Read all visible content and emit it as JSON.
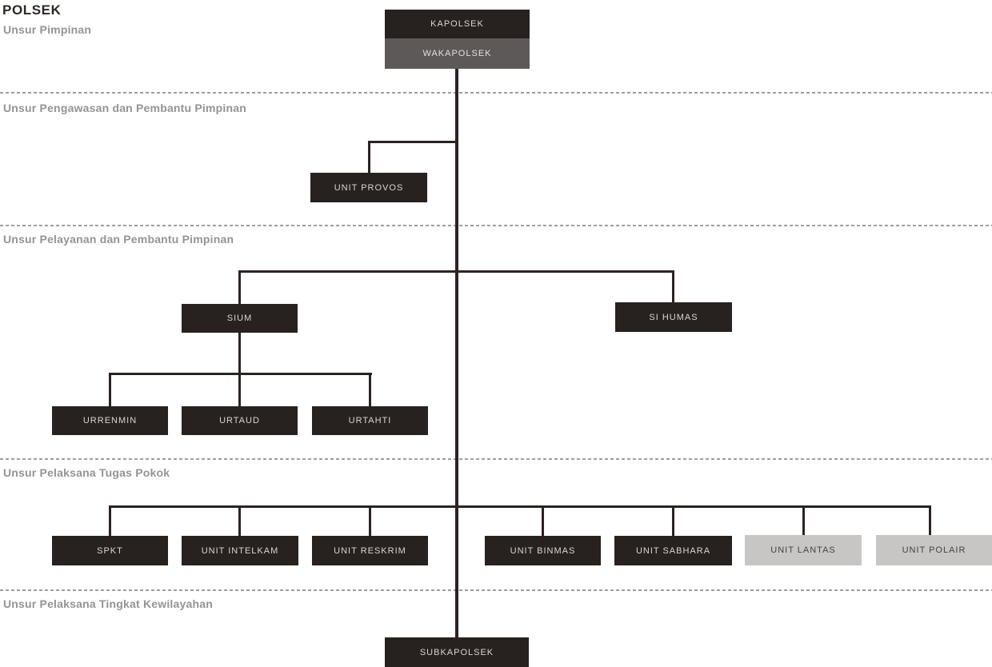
{
  "header": {
    "title": "POLSEK"
  },
  "sections": {
    "pimpinan": {
      "label": "Unsur Pimpinan"
    },
    "pengawasan": {
      "label": "Unsur Pengawasan dan Pembantu Pimpinan"
    },
    "pelayanan": {
      "label": "Unsur Pelayanan dan Pembantu Pimpinan"
    },
    "pelaksana_pokok": {
      "label": "Unsur Pelaksana Tugas Pokok"
    },
    "kewilayahan": {
      "label": "Unsur Pelaksana Tingkat Kewilayahan"
    }
  },
  "nodes": {
    "kapolsek": {
      "label": "KAPOLSEK",
      "variant": "dark"
    },
    "wakapolsek": {
      "label": "WAKAPOLSEK",
      "variant": "gray"
    },
    "unit_provos": {
      "label": "UNIT PROVOS",
      "variant": "dark"
    },
    "sium": {
      "label": "SIUM",
      "variant": "dark"
    },
    "si_humas": {
      "label": "SI HUMAS",
      "variant": "dark"
    },
    "urrenmin": {
      "label": "URRENMIN",
      "variant": "dark"
    },
    "urtaud": {
      "label": "URTAUD",
      "variant": "dark"
    },
    "urtahti": {
      "label": "URTAHTI",
      "variant": "dark"
    },
    "spkt": {
      "label": "SPKT",
      "variant": "dark"
    },
    "unit_intelkam": {
      "label": "UNIT INTELKAM",
      "variant": "dark"
    },
    "unit_reskrim": {
      "label": "UNIT RESKRIM",
      "variant": "dark"
    },
    "unit_binmas": {
      "label": "UNIT BINMAS",
      "variant": "dark"
    },
    "unit_sabhara": {
      "label": "UNIT SABHARA",
      "variant": "dark"
    },
    "unit_lantas": {
      "label": "UNIT LANTAS",
      "variant": "light"
    },
    "unit_polair": {
      "label": "UNIT POLAIR",
      "variant": "light"
    },
    "subkapolsek": {
      "label": "SUBKAPOLSEK",
      "variant": "dark"
    }
  },
  "hierarchy": {
    "root": "KAPOLSEK",
    "edges": [
      [
        "KAPOLSEK",
        "WAKAPOLSEK"
      ],
      [
        "WAKAPOLSEK",
        "UNIT PROVOS"
      ],
      [
        "WAKAPOLSEK",
        "SIUM"
      ],
      [
        "WAKAPOLSEK",
        "SI HUMAS"
      ],
      [
        "SIUM",
        "URRENMIN"
      ],
      [
        "SIUM",
        "URTAUD"
      ],
      [
        "SIUM",
        "URTAHTI"
      ],
      [
        "WAKAPOLSEK",
        "SPKT"
      ],
      [
        "WAKAPOLSEK",
        "UNIT INTELKAM"
      ],
      [
        "WAKAPOLSEK",
        "UNIT RESKRIM"
      ],
      [
        "WAKAPOLSEK",
        "UNIT BINMAS"
      ],
      [
        "WAKAPOLSEK",
        "UNIT SABHARA"
      ],
      [
        "WAKAPOLSEK",
        "UNIT LANTAS"
      ],
      [
        "WAKAPOLSEK",
        "UNIT POLAIR"
      ],
      [
        "WAKAPOLSEK",
        "SUBKAPOLSEK"
      ]
    ]
  },
  "colors": {
    "background": "#ffffff",
    "box_dark": "#27211f",
    "box_gray": "#5d5958",
    "box_light": "#c7c6c5",
    "text_on_dark": "#d9d7d6",
    "text_on_light": "#474241",
    "connector": "#2b2322",
    "divider": "#9e9e9e",
    "section_heading": "#949494",
    "title": "#2d2825"
  }
}
